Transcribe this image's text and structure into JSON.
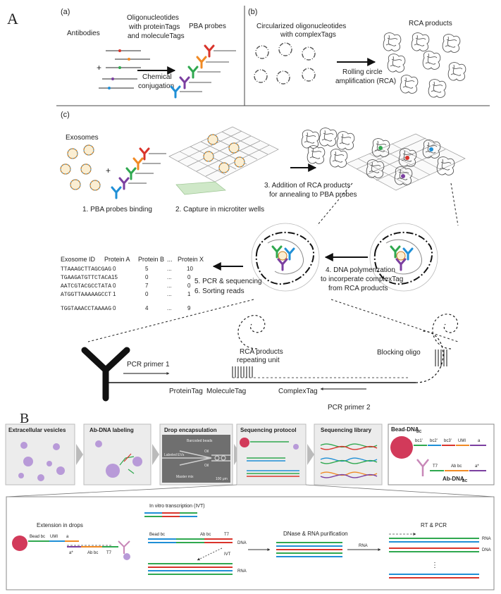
{
  "panel_A": {
    "letter": "A",
    "sub_a": {
      "label": "(a)",
      "antibodies": "Antibodies",
      "oligo_line1": "Oligonucleotides",
      "oligo_line2": "with proteinTags",
      "oligo_line3": "and moleculeTags",
      "pba_probes": "PBA probes",
      "plus": "+",
      "chem_line1": "Chemical",
      "chem_line2": "conjugation"
    },
    "sub_b": {
      "label": "(b)",
      "circ_line1": "Circularized oligonucleotides",
      "circ_line2": "with complexTags",
      "rca_products": "RCA products",
      "rolling_line1": "Rolling circle",
      "rolling_line2": "amplification (RCA)"
    },
    "sub_c": {
      "label": "(c)",
      "exosomes": "Exosomes",
      "plus": "+",
      "step1": "1. PBA probes binding",
      "step2": "2. Capture in microtiter wells",
      "step3_line1": "3. Addition of RCA products",
      "step3_line2": "for annealing to PBA probes",
      "step4_line1": "4. DNA polymerization",
      "step4_line2": "to incorperate complexTag",
      "step4_line3": "from RCA products",
      "step5": "5. PCR & sequencing",
      "step6": "6. Sorting reads",
      "table": {
        "headers": [
          "Exosome ID",
          "Protein A",
          "Protein B",
          "...",
          "Protein X"
        ],
        "rows": [
          [
            "TTAAAGCTTAGCGAG",
            "0",
            "5",
            "...",
            "10"
          ],
          [
            "TGAAGATGTTCTACA",
            "15",
            "0",
            "...",
            "0"
          ],
          [
            "AATCGTACGCCTATA",
            "0",
            "7",
            "...",
            "0"
          ],
          [
            "ATGGTTAAAAAGCCT",
            "1",
            "0",
            "...",
            "1"
          ],
          [
            "TGGTAAACCTAAAAG",
            "0",
            "4",
            "...",
            "9"
          ]
        ]
      },
      "schematic": {
        "pcr_primer1": "PCR primer 1",
        "rca_line1": "RCA products",
        "rca_line2": "repeating unit",
        "blocking": "Blocking oligo",
        "protein_tag": "ProteinTag",
        "molecule_tag": "MoleculeTag",
        "complex_tag": "ComplexTag",
        "pcr_primer2": "PCR primer 2"
      }
    }
  },
  "panel_B": {
    "letter": "B",
    "steps": [
      "Extracellular vesicles",
      "Ab-DNA labeling",
      "Drop encapsulation",
      "Sequencing protocol",
      "Sequencing library"
    ],
    "drop_labels": [
      "Barcoded beads",
      "Labeled EVs",
      "Master mix",
      "Oil",
      "Oil",
      "100 μm"
    ],
    "legend": {
      "bead_title": "Bead-DNA",
      "bead_sub": "BC",
      "bead_parts": [
        "bc1'",
        "bc2'",
        "bc3'",
        "UMI",
        "a"
      ],
      "ab_parts": [
        "T7",
        "Ab bc",
        "a*"
      ],
      "ab_title": "Ab-DNA",
      "ab_sub": "BC"
    },
    "bottom": {
      "ivt_title": "In vitro transcription (IVT)",
      "extension": "Extension in drops",
      "bead_bc": "Bead bc",
      "umi": "UMI",
      "a": "a",
      "a_star": "a*",
      "ab_bc": "Ab bc",
      "t7": "T7",
      "bead_bc_2": "Bead bc",
      "ab_bc_2": "Ab bc",
      "t7_2": "T7",
      "dna": "DNA",
      "ivt": "IVT",
      "rna": "RNA",
      "dnase": "DNase & RNA purification",
      "rna_2": "RNA",
      "rt_pcr": "RT & PCR",
      "rna_3": "RNA",
      "dna_3": "DNA",
      "vdots": "⋮"
    }
  },
  "colors": {
    "red": "#d9342b",
    "orange": "#f08a24",
    "green": "#2fa84f",
    "purple": "#7b3fa0",
    "blue": "#1f8fd6",
    "bead": "#d23a5a",
    "vesicle": "#b89ad8",
    "panel_bg": "#ececec"
  }
}
